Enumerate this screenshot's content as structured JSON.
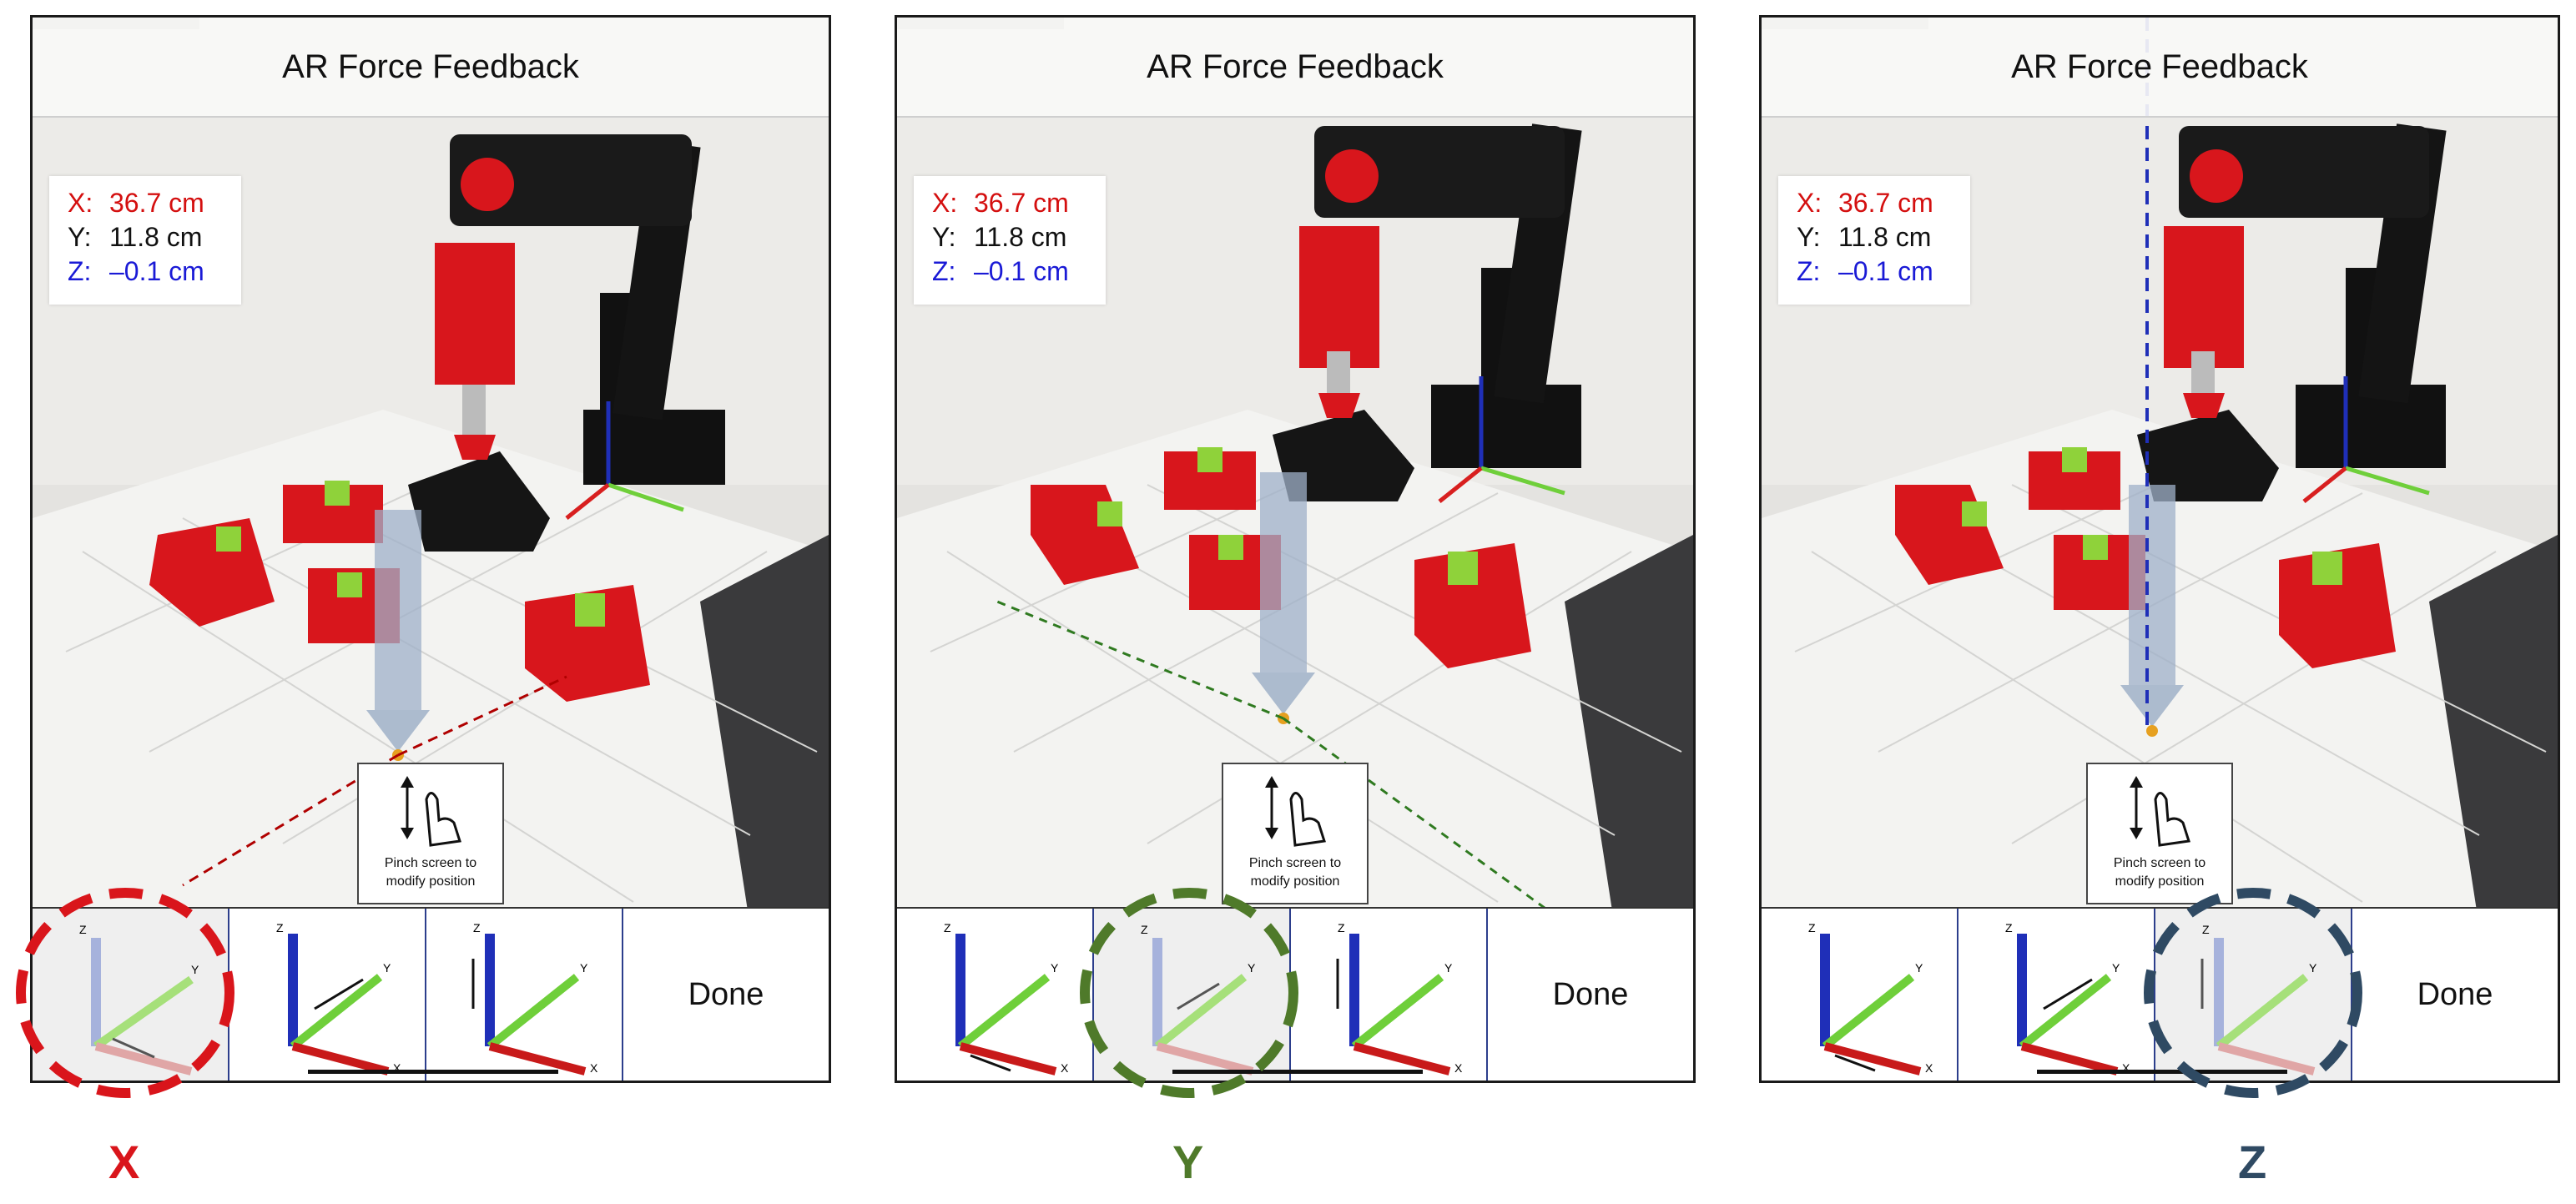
{
  "panels": [
    {
      "title": "AR Force Feedback",
      "coords": {
        "x_key": "X:",
        "x_val": "36.7 cm",
        "y_key": "Y:",
        "y_val": "11.8 cm",
        "z_key": "Z:",
        "z_val": "–0.1 cm"
      },
      "hint": {
        "line1": "Pinch screen to",
        "line2": "modify position"
      },
      "done_label": "Done",
      "active_tool": "x",
      "highlight_color": "#d9151b",
      "caption": "X"
    },
    {
      "title": "AR Force Feedback",
      "coords": {
        "x_key": "X:",
        "x_val": "36.7 cm",
        "y_key": "Y:",
        "y_val": "11.8 cm",
        "z_key": "Z:",
        "z_val": "–0.1 cm"
      },
      "hint": {
        "line1": "Pinch screen to",
        "line2": "modify position"
      },
      "done_label": "Done",
      "active_tool": "y",
      "highlight_color": "#4f7a2a",
      "caption": "Y"
    },
    {
      "title": "AR Force Feedback",
      "coords": {
        "x_key": "X:",
        "x_val": "36.7 cm",
        "y_key": "Y:",
        "y_val": "11.8 cm",
        "z_key": "Z:",
        "z_val": "–0.1 cm"
      },
      "hint": {
        "line1": "Pinch screen to",
        "line2": "modify position"
      },
      "done_label": "Done",
      "active_tool": "z",
      "highlight_color": "#2f4a63",
      "caption": "Z"
    }
  ],
  "axis_labels": {
    "x": "X",
    "y": "Y",
    "z": "Z"
  },
  "colors": {
    "x_axis": "#d81f1f",
    "y_axis": "#6fcf3a",
    "z_axis": "#1f2fb8",
    "robot_red": "#d8161c",
    "table": "#f4f4f2"
  },
  "icons": [
    "pinch-gesture-icon",
    "x-axis-tool-icon",
    "y-axis-tool-icon",
    "z-axis-tool-icon"
  ]
}
